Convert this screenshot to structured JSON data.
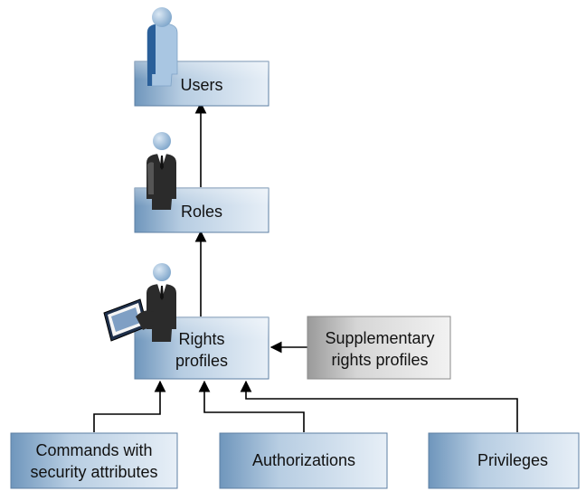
{
  "nodes": {
    "users": {
      "label": "Users",
      "icon": "user-icon"
    },
    "roles": {
      "label": "Roles",
      "icon": "businessman-icon"
    },
    "rights_profiles": {
      "label_line1": "Rights",
      "label_line2": "profiles",
      "icon": "businessman-with-id-card-icon"
    },
    "supplementary": {
      "label_line1": "Supplementary",
      "label_line2": "rights profiles"
    },
    "commands": {
      "label_line1": "Commands with",
      "label_line2": "security attributes"
    },
    "authorizations": {
      "label": "Authorizations"
    },
    "privileges": {
      "label": "Privileges"
    }
  },
  "colors": {
    "box_blue_light": "#dfe9f3",
    "box_blue_dark": "#6f96bc",
    "box_grey_light": "#eeeeee",
    "box_grey_dark": "#9a9a9a",
    "user_blue": "#8fb4d6",
    "user_blue_dark": "#2a5f99",
    "suit": "#2b2b2b",
    "line": "#000000"
  }
}
